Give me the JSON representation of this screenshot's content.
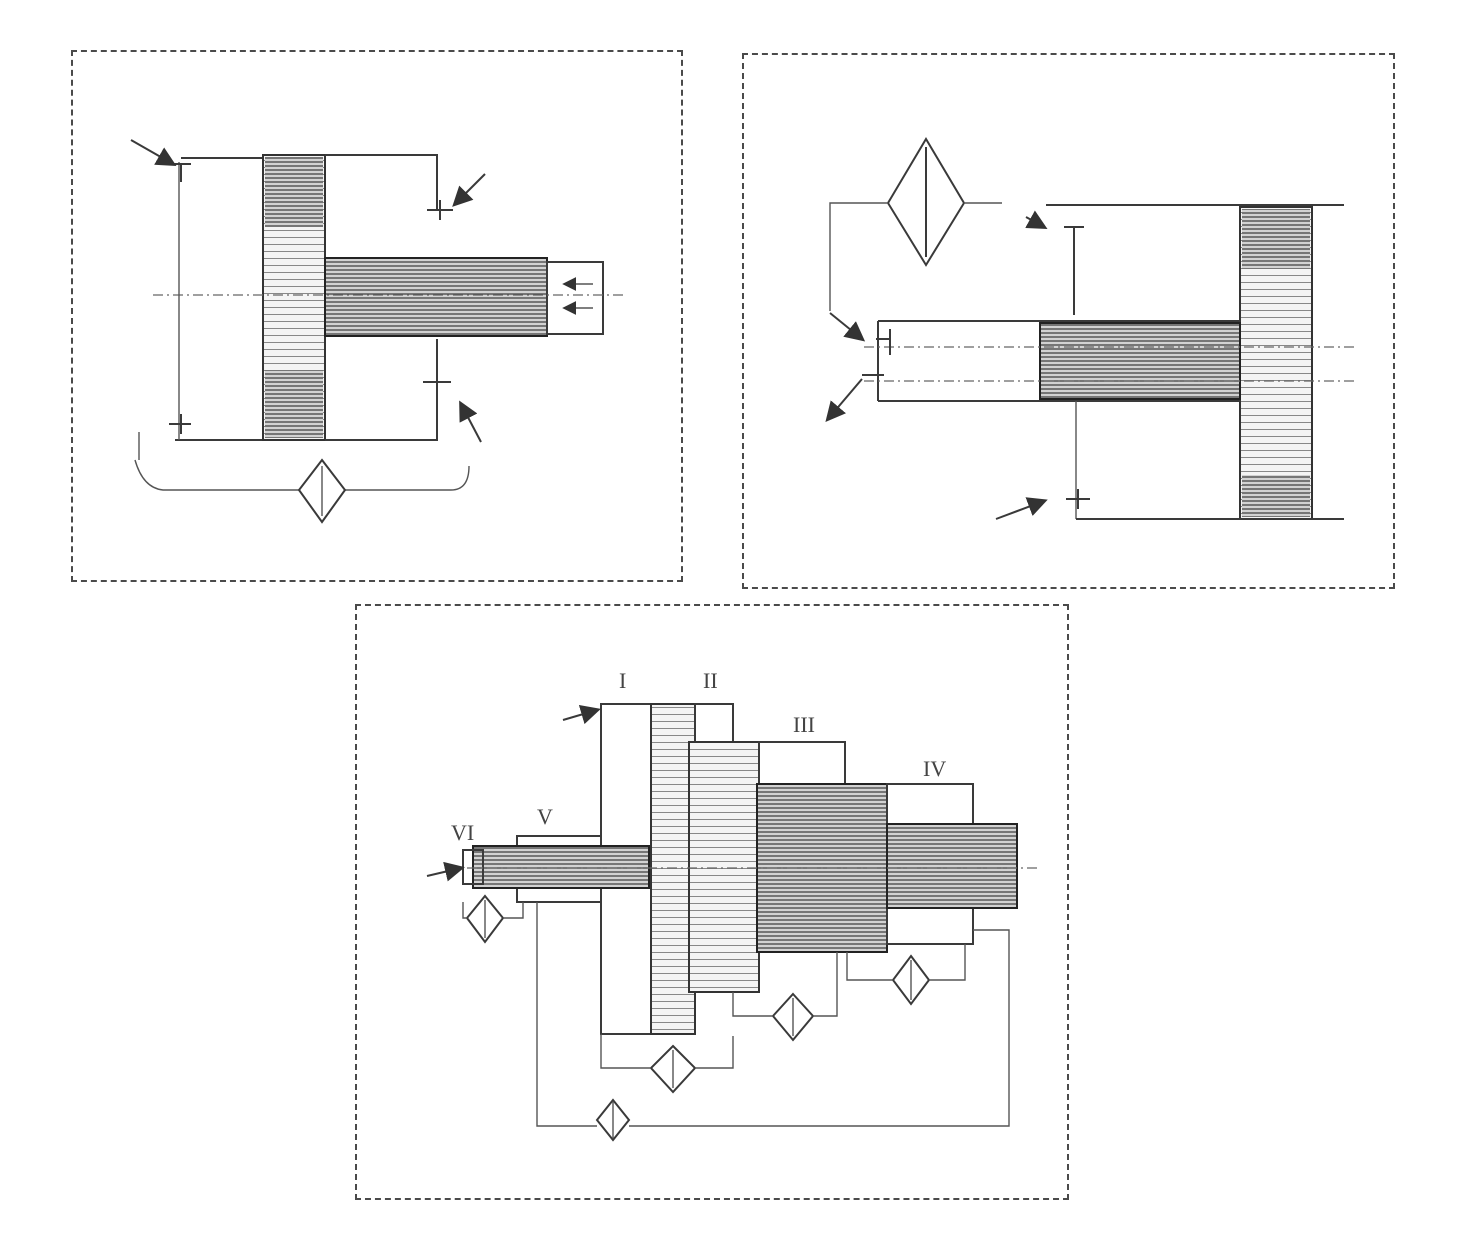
{
  "panels": [
    {
      "id": "top-left",
      "labels": []
    },
    {
      "id": "top-right",
      "labels": []
    },
    {
      "id": "bottom",
      "stage_labels": [
        "I",
        "II",
        "III",
        "IV",
        "V",
        "VI"
      ]
    }
  ],
  "colors": {
    "ink": "#3a3a3a",
    "hatch": "#555555",
    "background": "#ffffff"
  }
}
